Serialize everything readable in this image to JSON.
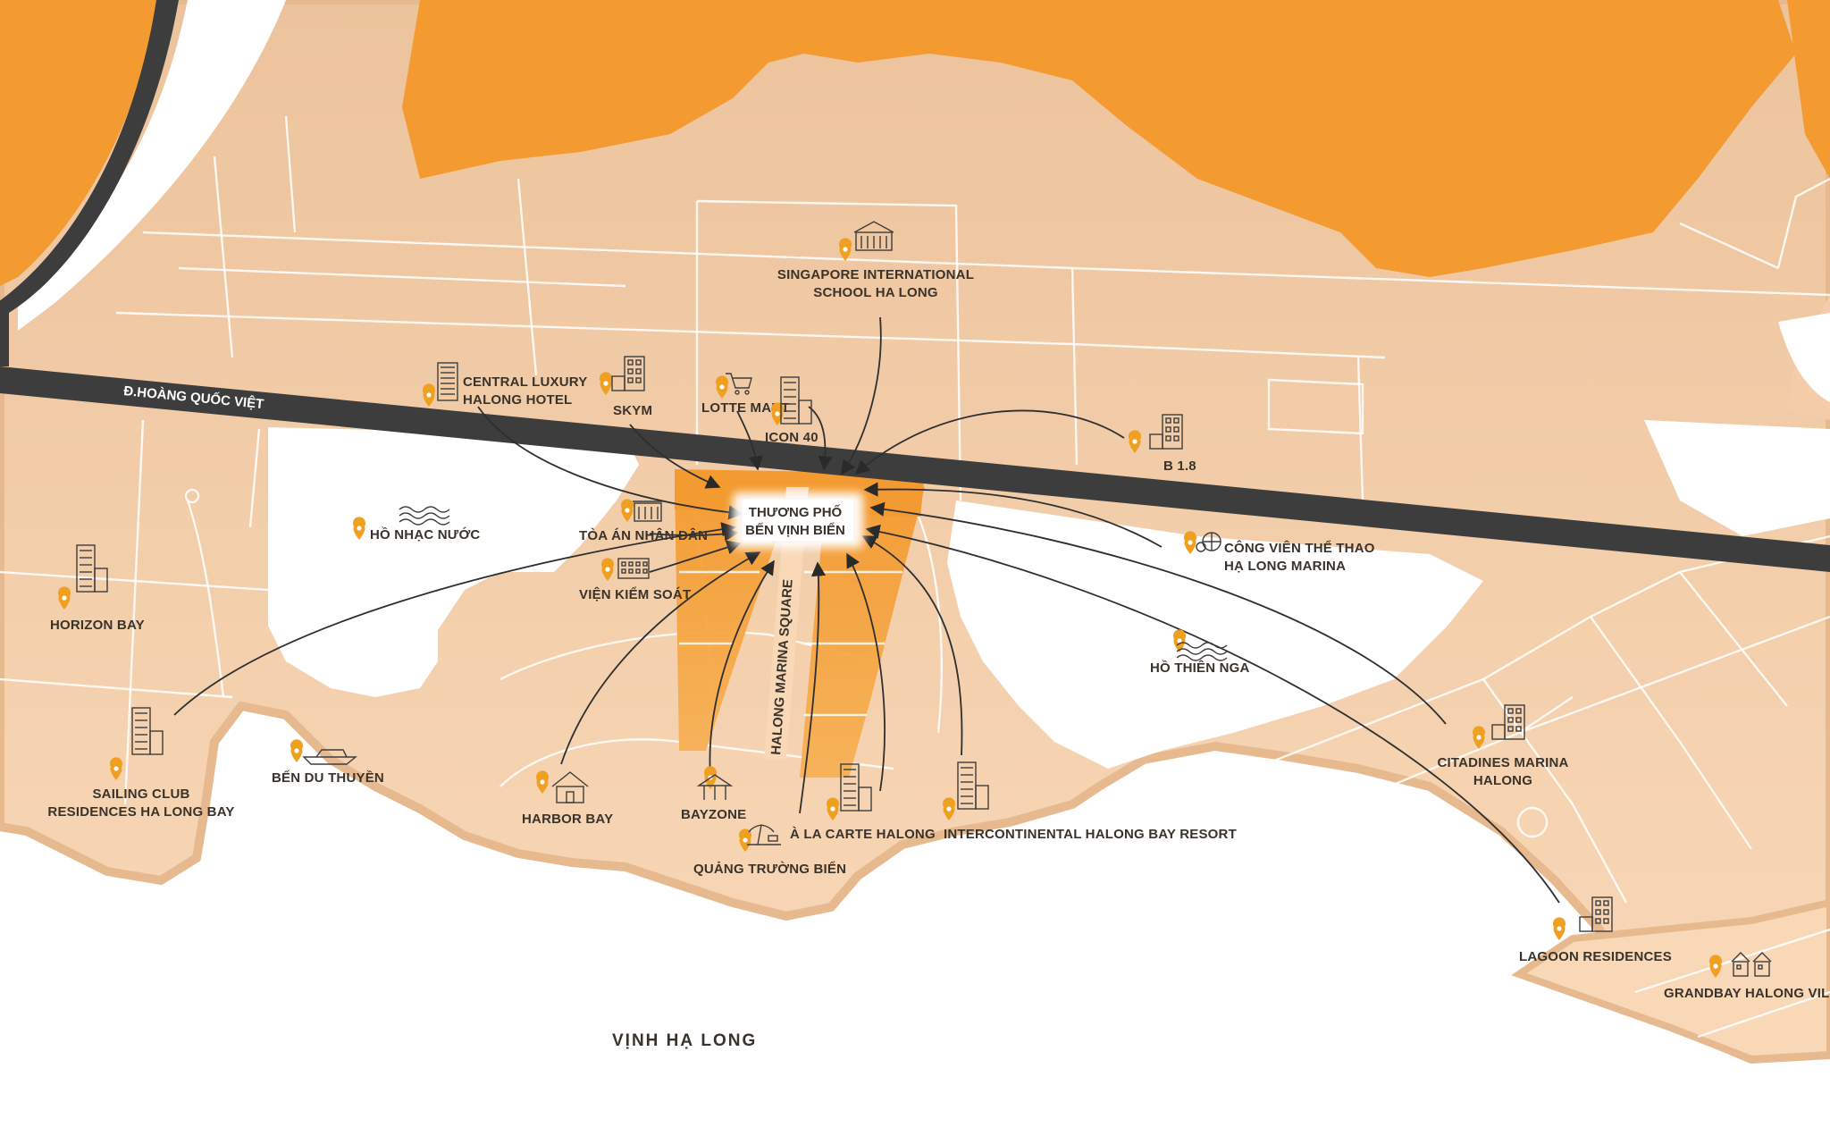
{
  "road_label": "Đ.HOÀNG QUỐC VIỆT",
  "square_label": "HALONG MARINA SQUARE",
  "bay_label": "VỊNH HẠ LONG",
  "center": {
    "line1": "THƯƠNG PHỐ",
    "line2": "BẾN VỊNH BIỂN"
  },
  "colors": {
    "land": "#f5ccaa",
    "hill": "#f39a30",
    "road": "#3d3d3d",
    "water": "#ffffff",
    "pin": "#f0a020"
  },
  "places": [
    {
      "id": "singapore-school",
      "lines": [
        "SINGAPORE INTERNATIONAL",
        "SCHOOL HA LONG"
      ],
      "icon": "school-icon"
    },
    {
      "id": "central-luxury",
      "lines": [
        "CENTRAL LUXURY",
        "HALONG HOTEL"
      ],
      "icon": "hotel-icon"
    },
    {
      "id": "skym",
      "lines": [
        "SKYM"
      ],
      "icon": "building-icon"
    },
    {
      "id": "lotte-mart",
      "lines": [
        "LOTTE MART"
      ],
      "icon": "shopping-cart-icon"
    },
    {
      "id": "icon-40",
      "lines": [
        "ICON 40"
      ],
      "icon": "tower-icon"
    },
    {
      "id": "b18",
      "lines": [
        "B 1.8"
      ],
      "icon": "building-icon"
    },
    {
      "id": "ho-nhac-nuoc",
      "lines": [
        "HỒ NHẠC NƯỚC"
      ],
      "icon": "water-wave-icon"
    },
    {
      "id": "toa-an",
      "lines": [
        "TÒA ÁN NHÂN DÂN"
      ],
      "icon": "courthouse-icon"
    },
    {
      "id": "vien-kiem-soat",
      "lines": [
        "VIỆN KIỂM SOÁT"
      ],
      "icon": "office-icon"
    },
    {
      "id": "cong-vien",
      "lines": [
        "CÔNG VIÊN THỂ THAO",
        "HẠ LONG MARINA"
      ],
      "icon": "sports-ball-icon"
    },
    {
      "id": "horizon-bay",
      "lines": [
        "HORIZON BAY"
      ],
      "icon": "tower-icon"
    },
    {
      "id": "ho-thien-nga",
      "lines": [
        "HỒ THIÊN NGA"
      ],
      "icon": "water-wave-icon"
    },
    {
      "id": "sailing-club",
      "lines": [
        "SAILING CLUB",
        "RESIDENCES HA LONG BAY"
      ],
      "icon": "tower-icon"
    },
    {
      "id": "ben-du-thuyen",
      "lines": [
        "BẾN DU THUYỀN"
      ],
      "icon": "yacht-icon"
    },
    {
      "id": "harbor-bay",
      "lines": [
        "HARBOR BAY"
      ],
      "icon": "house-icon"
    },
    {
      "id": "bayzone",
      "lines": [
        "BAYZONE"
      ],
      "icon": "pavilion-icon"
    },
    {
      "id": "quang-truong-bien",
      "lines": [
        "QUẢNG TRƯỜNG BIỂN"
      ],
      "icon": "beach-icon"
    },
    {
      "id": "a-la-carte",
      "lines": [
        "À LA CARTE HALONG"
      ],
      "icon": "tower-icon"
    },
    {
      "id": "intercontinental",
      "lines": [
        "INTERCONTINENTAL HALONG BAY RESORT"
      ],
      "icon": "tower-icon"
    },
    {
      "id": "citadines",
      "lines": [
        "CITADINES MARINA",
        "HALONG"
      ],
      "icon": "building-icon"
    },
    {
      "id": "lagoon",
      "lines": [
        "LAGOON RESIDENCES"
      ],
      "icon": "building-icon"
    },
    {
      "id": "grandbay",
      "lines": [
        "GRANDBAY HALONG VILLA"
      ],
      "icon": "villa-icon"
    }
  ]
}
